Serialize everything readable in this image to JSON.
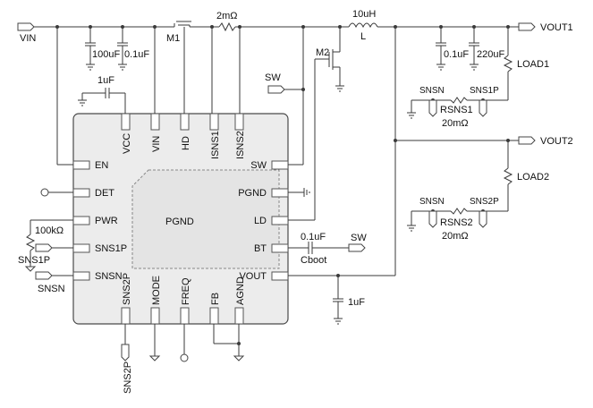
{
  "ic": {
    "center_label": "PGND",
    "pins": {
      "vcc": "VCC",
      "vin": "VIN",
      "hd": "HD",
      "isns1": "ISNS1",
      "isns2": "ISNS2",
      "en": "EN",
      "det": "DET",
      "pwr": "PWR",
      "sns1p": "SNS1P",
      "snsn": "SNSN",
      "sw": "SW",
      "pgnd": "PGND",
      "ld": "LD",
      "bt": "BT",
      "vout": "VOUT",
      "sns2p": "SNS2P",
      "mode": "MODE",
      "freq": "FREQ",
      "fb": "FB",
      "agnd": "AGND"
    }
  },
  "nets": {
    "vin": "VIN",
    "vout1": "VOUT1",
    "vout2": "VOUT2",
    "sw_top": "SW",
    "sw_bt": "SW",
    "sns1p_left": "SNS1P",
    "snsn_left": "SNSN",
    "sns2p_bottom": "SNS2P",
    "load1_snsn": "SNSN",
    "load1_sns1p": "SNS1P",
    "load2_snsn": "SNSN",
    "load2_sns2p": "SNS2P"
  },
  "components": {
    "c_in1": "100uF",
    "c_in2": "0.1uF",
    "m1": "M1",
    "r_sense": "2mΩ",
    "inductor_value": "10uH",
    "inductor_ref": "L",
    "m2": "M2",
    "c_out1": "0.1uF",
    "c_out2": "220uF",
    "load1": "LOAD1",
    "rsns1": "RSNS1",
    "rsns1_value": "20mΩ",
    "load2": "LOAD2",
    "rsns2": "RSNS2",
    "rsns2_value": "20mΩ",
    "c_vcc": "1uF",
    "r_pwr": "100kΩ",
    "c_boot_value": "0.1uF",
    "c_boot_ref": "Cboot",
    "c_vout": "1uF"
  }
}
